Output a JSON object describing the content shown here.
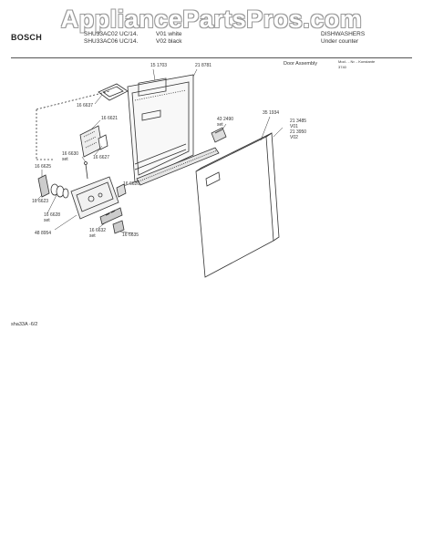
{
  "watermark": "AppliancePartsPros.com",
  "header": {
    "brand": "BOSCH",
    "model_1": "SHU33AC02 UC/14.",
    "model_2": "SHU33AC06 UC/14.",
    "variant_1": "V01 white",
    "variant_2": "V02 black",
    "category": "DISHWASHERS",
    "subcategory": "Under counter",
    "section": "Door Assembly",
    "mod_label": "Mod.. - Nr. - Konstante",
    "mod_value": "3740"
  },
  "parts": {
    "p151703": "15 1703",
    "p218781": "21 8781",
    "p166637": "16 6637",
    "p166621": "16 6621",
    "p432490": "43 2490",
    "p432490_set": "set",
    "p351934": "35 1934",
    "p213485": "21 3485",
    "p213485_var": "V01",
    "p213950": "21 3950",
    "p213950_var": "V02",
    "p166630": "16 6630",
    "p166630_set": "set",
    "p166627": "16 6627",
    "p166625": "16 6625",
    "p166623": "16 6623",
    "p166626": "16 6626",
    "p166628": "16 6628",
    "p166628_set": "set",
    "p488954": "48 8954",
    "p166632": "16 6632",
    "p166632_set": "set",
    "p166635": "16 6635"
  },
  "footer": {
    "code": "sha33A -6/2"
  }
}
